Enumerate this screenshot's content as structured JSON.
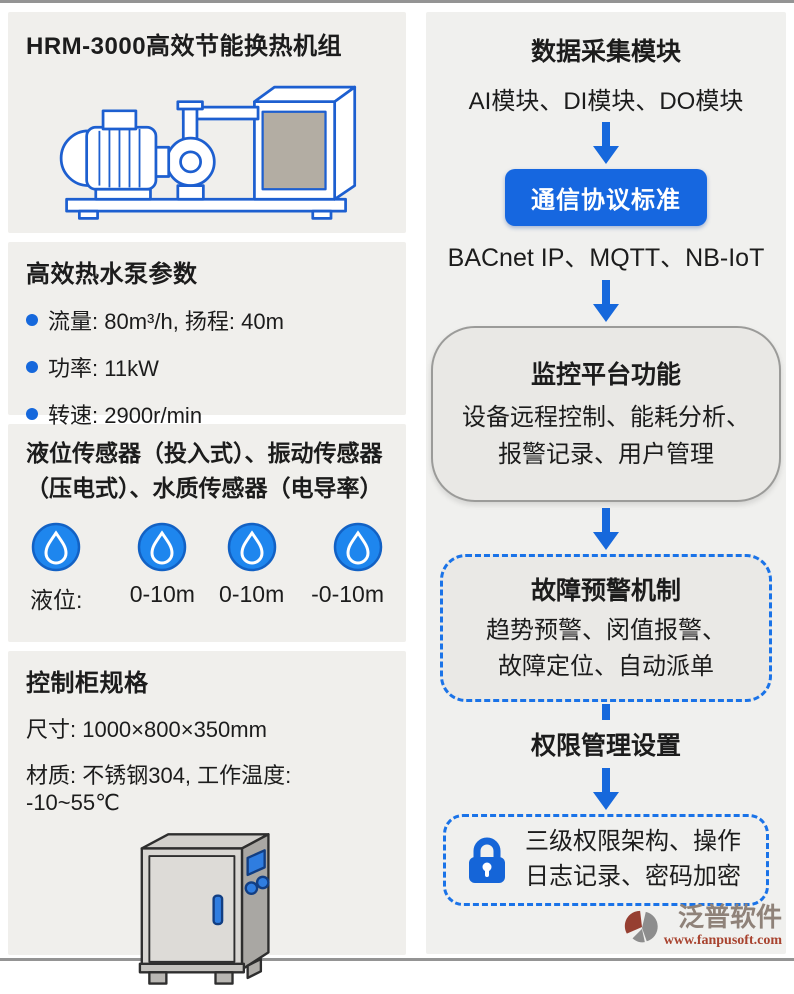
{
  "page": {
    "accent_blue": "#1668dc",
    "button_bg": "#1667e0",
    "card_bg": "#f0efec",
    "gray_box_bg": "#e9e8e5",
    "dashed_border": "#1a73e8",
    "brand_color": "#8f8279",
    "url_color": "#a8432f"
  },
  "product": {
    "title": "HRM-3000高效节能换热机组"
  },
  "pump_params": {
    "title": "高效热水泵参数",
    "items": [
      "流量: 80m³/h, 扬程: 40m",
      "功率: 11kW",
      "转速: 2900r/min"
    ]
  },
  "sensors": {
    "title": "液位传感器（投入式）、振动传感器（压电式）、水质传感器（电导率）",
    "items": [
      {
        "icon": "water-drop-icon",
        "label": "液位:"
      },
      {
        "icon": "water-drop-icon",
        "label": "0-10m"
      },
      {
        "icon": "water-drop-icon",
        "label": "0-10m"
      },
      {
        "icon": "water-drop-icon",
        "label": "-0-10m"
      }
    ]
  },
  "cabinet": {
    "title": "控制柜规格",
    "lines": [
      "尺寸: 1000×800×350mm",
      "材质: 不锈钢304, 工作温度: -10~55℃"
    ]
  },
  "flow": {
    "daq_title": "数据采集模块",
    "daq_modules": "AI模块、DI模块、DO模块",
    "protocol_button": "通信协议标准",
    "protocols": "BACnet IP、MQTT、NB-IoT",
    "platform": {
      "title": "监控平台功能",
      "body": "设备远程控制、能耗分析、报警记录、用户管理"
    },
    "alert": {
      "title": "故障预警机制",
      "body": "趋势预警、闵值报警、故障定位、自动派单"
    },
    "permission_title": "权限管理设置",
    "security": {
      "body": "三级权限架构、操作日志记录、密码加密"
    }
  },
  "watermark": {
    "brand": "泛普软件",
    "url": "www.fanpusoft.com"
  }
}
